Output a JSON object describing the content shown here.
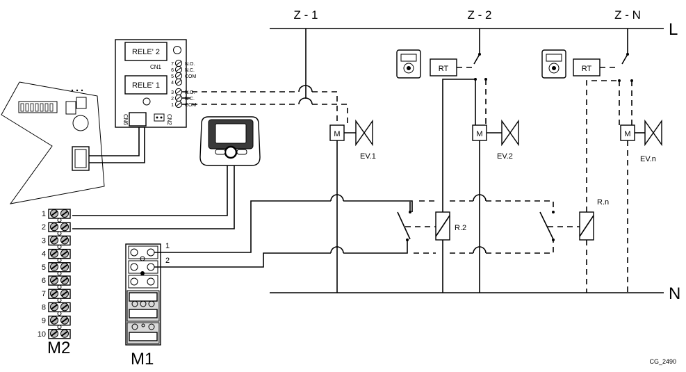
{
  "zones": {
    "z1": "Z - 1",
    "z2": "Z - 2",
    "zn": "Z - N"
  },
  "lines": {
    "live": "L",
    "neutral": "N"
  },
  "relay_board": {
    "rele2": "RELE' 2",
    "rele1": "RELE' 1",
    "cn1": "CN1",
    "cn6": "CN6",
    "cn2": "CN2",
    "pins": [
      "7",
      "6",
      "5",
      "4",
      "3",
      "2",
      "1"
    ],
    "contacts": [
      "N.O.",
      "N.C.",
      "COM",
      "N.O.",
      "N.C.",
      "COM"
    ]
  },
  "components": {
    "m": "M",
    "rt": "RT",
    "ev1": "EV.1",
    "ev2": "EV.2",
    "evn": "EV.n",
    "r2": "R.2",
    "rn": "R.n"
  },
  "terminals": {
    "m2_name": "M2",
    "m1_name": "M1",
    "m2_numbers": [
      "1",
      "2",
      "3",
      "4",
      "5",
      "6",
      "7",
      "8",
      "9",
      "10"
    ],
    "m1_numbers": [
      "1",
      "2"
    ]
  },
  "code": "CG_2490"
}
